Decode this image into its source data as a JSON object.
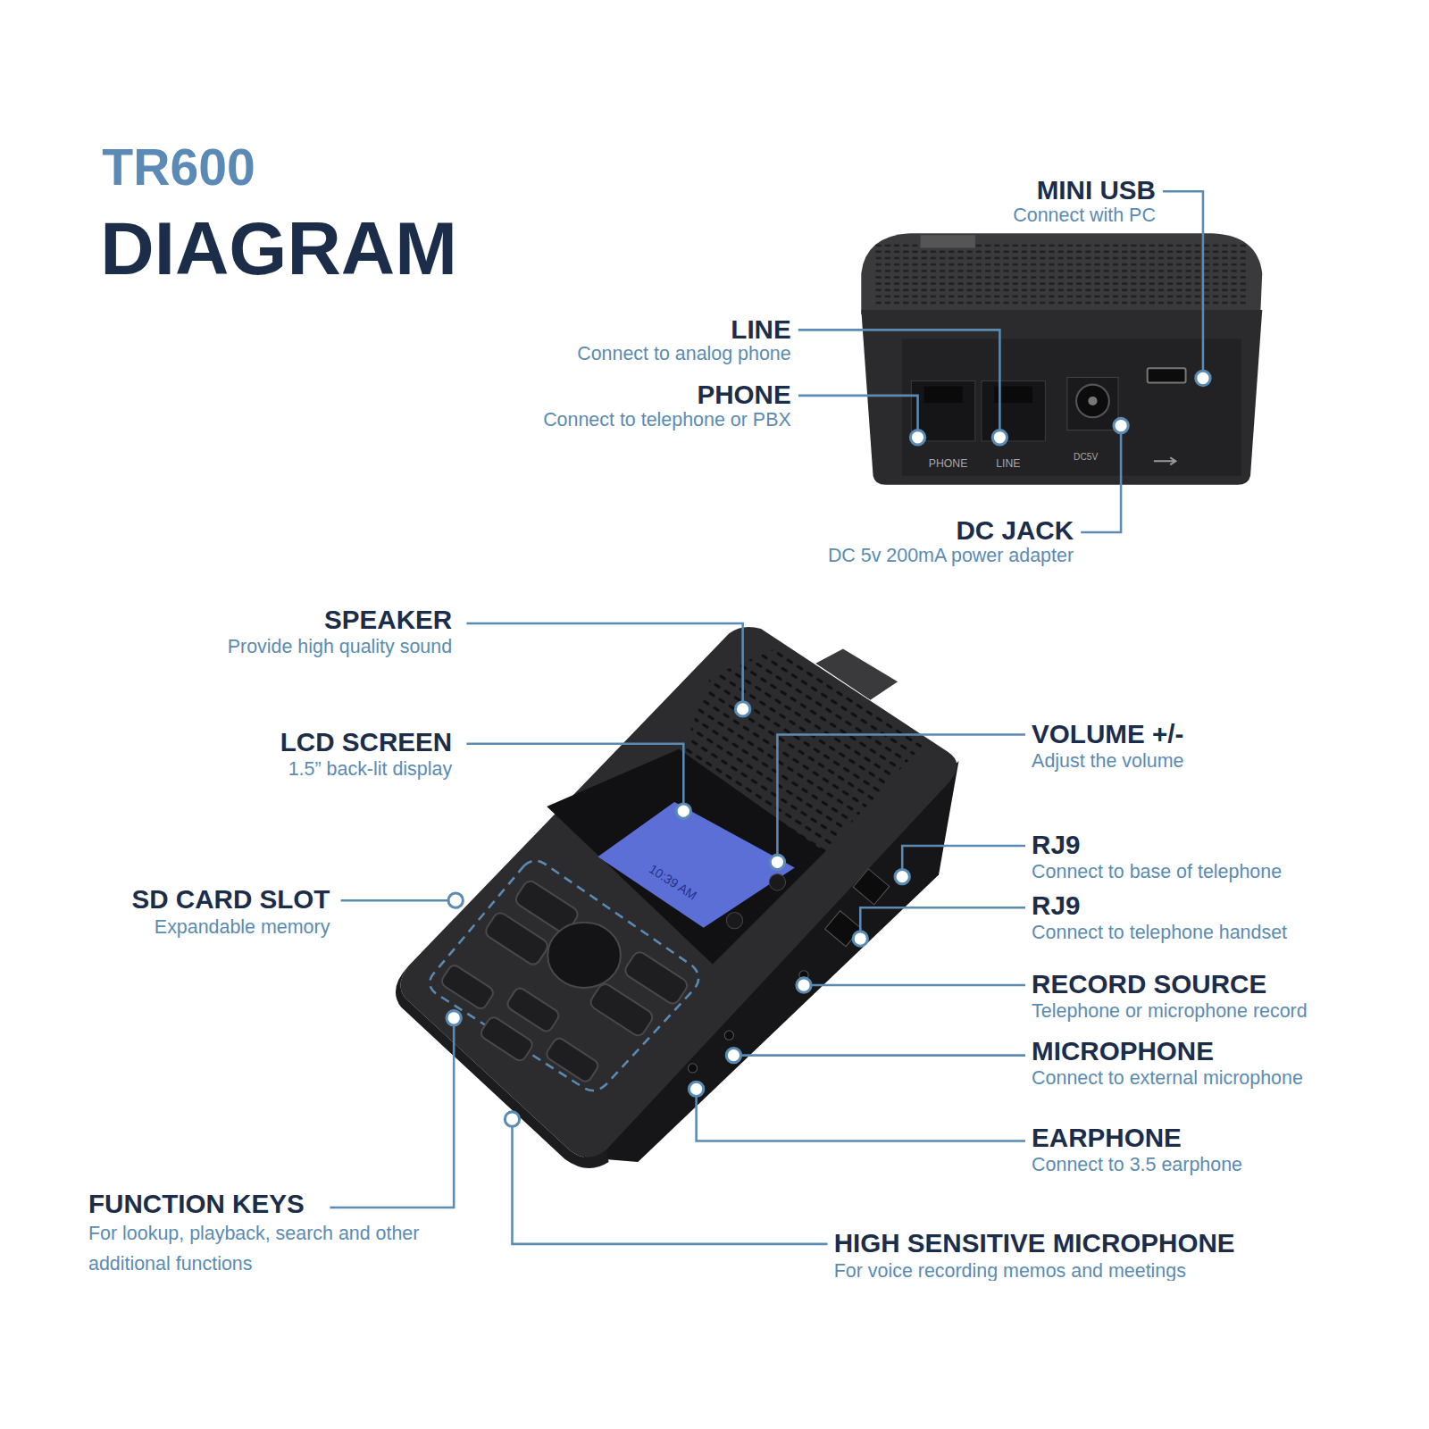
{
  "diagram": {
    "title": "DIAGRAM",
    "labels": [
      "TR600",
      "MINI USB",
      "Connect with PC",
      "LINE",
      "Connect to analog phone",
      "PHONE",
      "Connect to telephone or PBX",
      "PHONE",
      "LINE",
      "DC5V",
      "DC JACK",
      "DC 5v 200mA power adapter",
      "SPEAKER",
      "Provide high quality sound",
      "LCD SCREEN",
      "1.5” back-lit display",
      "VOLUME +/-",
      "Adjust the volume",
      "10:39 AM",
      "RJ9",
      "Connect to base of telephone",
      "SD CARD SLOT",
      "Expandable memory",
      "RJ9",
      "Connect to telephone handset",
      "RECORD SOURCE",
      "Telephone or microphone record",
      "MICROPHONE",
      "Connect to external microphone",
      "EARPHONE",
      "Connect to 3.5 earphone",
      "FUNCTION KEYS",
      "For lookup, playback, search and other additional functions",
      "HIGH SENSITIVE MICROPHONE",
      "For voice recording memos and meetings"
    ]
  }
}
